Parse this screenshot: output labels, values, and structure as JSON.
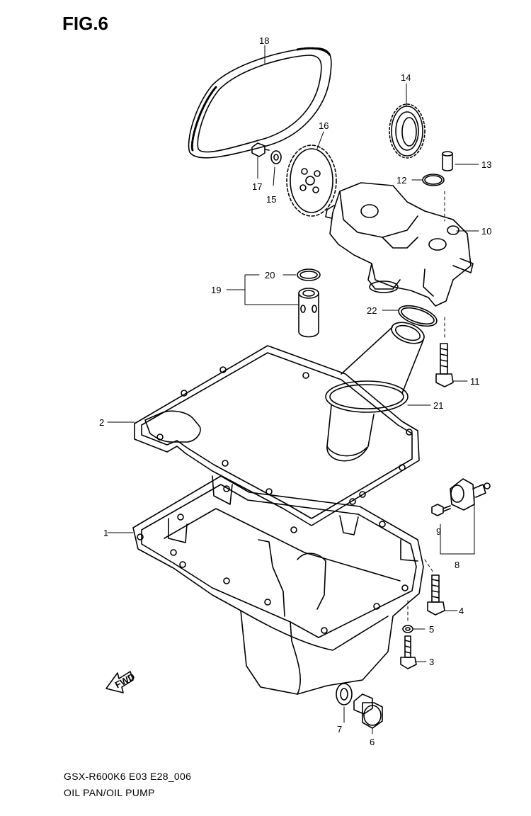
{
  "figure": {
    "title": "FIG.6",
    "model_code": "GSX-R600K6 E03 E28_006",
    "caption": "OIL PAN/OIL PUMP",
    "direction_badge": "FWD",
    "callouts": [
      "1",
      "2",
      "3",
      "4",
      "5",
      "6",
      "7",
      "8",
      "9",
      "10",
      "11",
      "12",
      "13",
      "14",
      "15",
      "16",
      "17",
      "18",
      "19",
      "20",
      "21",
      "22"
    ]
  }
}
